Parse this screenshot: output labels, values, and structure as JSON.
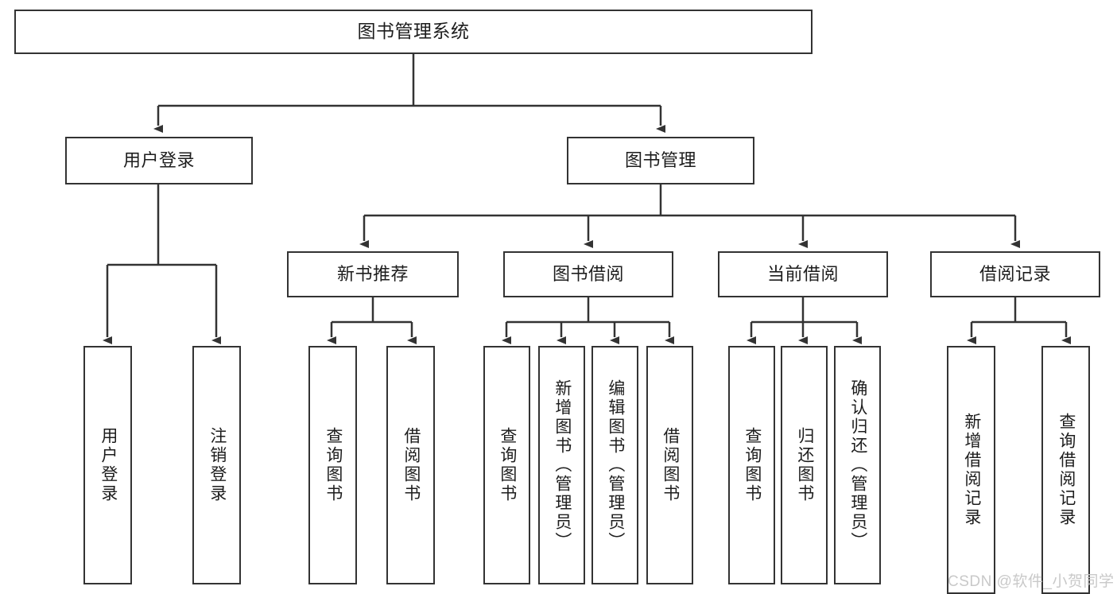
{
  "diagram": {
    "title": "图书管理系统",
    "type": "tree-hierarchy-diagram",
    "root": {
      "label": "图书管理系统"
    },
    "level1": [
      {
        "label": "用户登录"
      },
      {
        "label": "图书管理"
      }
    ],
    "level2": [
      {
        "label": "新书推荐"
      },
      {
        "label": "图书借阅"
      },
      {
        "label": "当前借阅"
      },
      {
        "label": "借阅记录"
      }
    ],
    "leaves": {
      "user_login": [
        {
          "label": "用户登录"
        },
        {
          "label": "注销登录"
        }
      ],
      "new_book_recommend": [
        {
          "label": "查询图书"
        },
        {
          "label": "借阅图书"
        }
      ],
      "book_borrow": [
        {
          "label": "查询图书"
        },
        {
          "label": "新增图书（管理员）"
        },
        {
          "label": "编辑图书（管理员）"
        },
        {
          "label": "借阅图书"
        }
      ],
      "current_borrow": [
        {
          "label": "查询图书"
        },
        {
          "label": "归还图书"
        },
        {
          "label": "确认归还（管理员）"
        }
      ],
      "borrow_record": [
        {
          "label": "新增借阅记录"
        },
        {
          "label": "查询借阅记录"
        }
      ]
    }
  },
  "watermark": {
    "text": "CSDN @软件_小贺同学"
  },
  "colors": {
    "stroke": "#333333",
    "background": "#ffffff",
    "text": "#1d1d1d",
    "watermark": "#c9c9c9"
  }
}
